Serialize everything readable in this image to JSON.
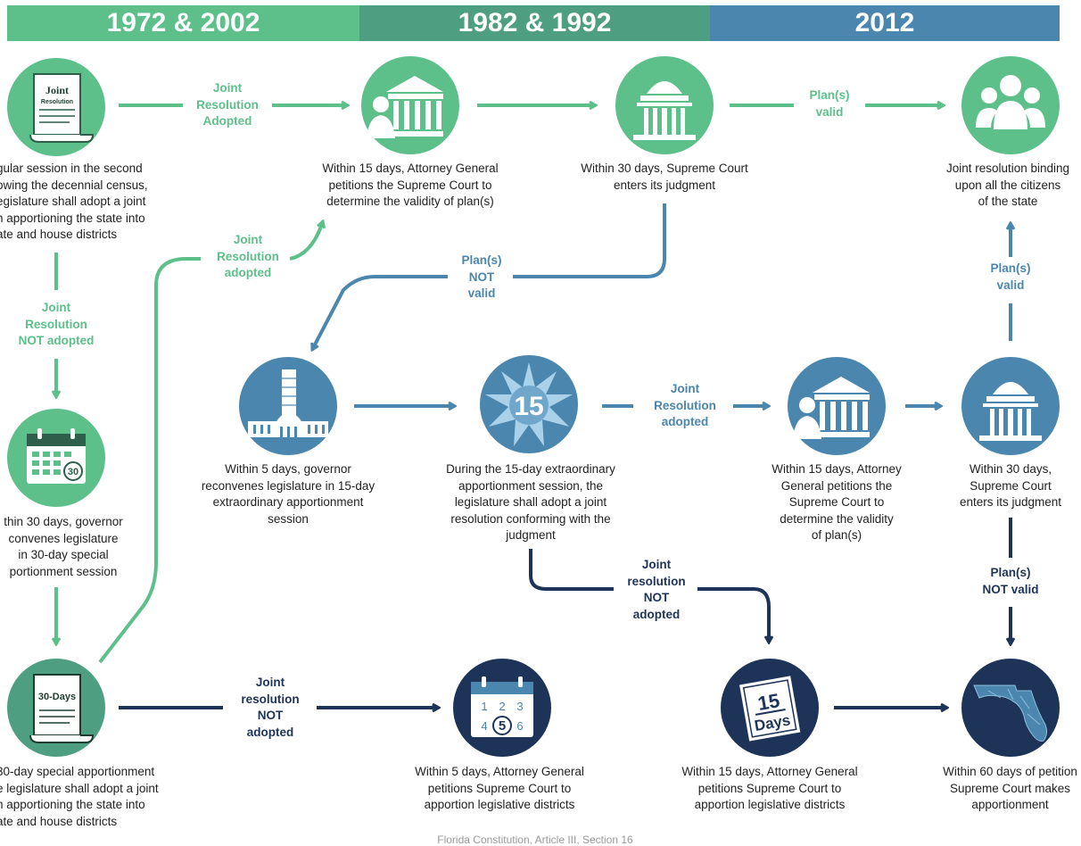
{
  "header": {
    "band1": "1972 & 2002",
    "band2": "1982 & 1992",
    "band3": "2012"
  },
  "colors": {
    "green": "#5dbf8a",
    "teal": "#4e9e82",
    "blue": "#4a86ad",
    "navy": "#1d3458"
  },
  "nodes": {
    "joint_doc": {
      "icon_text_1": "Joint",
      "icon_text_2": "Resolution",
      "caption": "gular session in the second\nowing the decennial census,\negislature shall adopt a joint\nn apportioning the state into\nate and house districts"
    },
    "ag_petition_1": {
      "caption": "Within 15 days, Attorney General\npetitions the Supreme Court to\ndetermine the validity of plan(s)"
    },
    "court_1": {
      "caption": "Within 30 days, Supreme Court\nenters its judgment"
    },
    "citizens": {
      "caption": "Joint resolution binding\nupon all the citizens\nof the state"
    },
    "calendar_30": {
      "icon_text": "30",
      "caption": "thin 30 days, governor\nconvenes legislature\nin 30-day special\nportionment session"
    },
    "capitol": {
      "caption": "Within 5 days, governor\nreconvenes legislature in 15-day\nextraordinary apportionment\nsession"
    },
    "burst_15": {
      "icon_text": "15",
      "caption": "During the 15-day extraordinary\napportionment session, the\nlegislature shall adopt a joint\nresolution conforming with the\njudgment"
    },
    "ag_petition_2": {
      "caption": "Within 15 days, Attorney\nGeneral petitions the\nSupreme Court to\ndetermine the validity\nof plan(s)"
    },
    "court_2": {
      "caption": "Within 30 days,\nSupreme Court\nenters its judgment"
    },
    "doc_30days": {
      "icon_text": "30-Days",
      "caption": "30-day special apportionment\ne legislature shall adopt a joint\nn apportioning the state into\nate and house districts"
    },
    "calendar_5": {
      "icon_text": "1 2 3 4 5 6",
      "caption": "Within 5 days, Attorney General\npetitions Supreme Court to\napportion legislative districts"
    },
    "days_15": {
      "icon_text_1": "15",
      "icon_text_2": "Days",
      "caption": "Within 15 days, Attorney General\npetitions Supreme Court to\napportion legislative districts"
    },
    "florida_map": {
      "caption": "Within 60 days of petition\nSupreme Court makes\napportionment"
    }
  },
  "edge_labels": {
    "adopted_top": "Joint\nResolution\nAdopted",
    "valid_top": "Plan(s)\nvalid",
    "not_valid_mid": "Plan(s)\nNOT\nvalid",
    "adopted_diag": "Joint\nResolution\nadopted",
    "not_adopted_left": "Joint\nResolution\nNOT adopted",
    "adopted_mid": "Joint\nResolution\nadopted",
    "valid_right": "Plan(s)\nvalid",
    "not_valid_right": "Plan(s)\nNOT valid",
    "not_adopted_mid": "Joint\nresolution\nNOT\nadopted",
    "not_adopted_bottom": "Joint\nresolution\nNOT\nadopted"
  },
  "footer": "Florida Constitution, Article III, Section 16"
}
